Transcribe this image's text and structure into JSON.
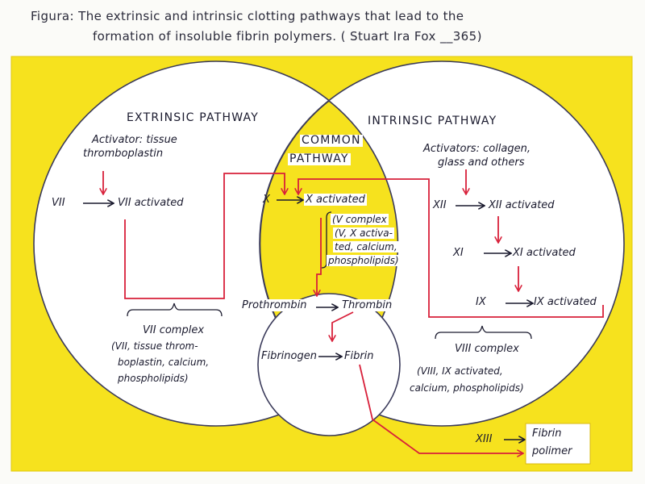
{
  "caption": {
    "prefix": "Figura:",
    "line1": "The extrinsic and intrinsic clotting pathways that lead to the",
    "line2": "formation of insoluble fibrin polymers. ( Stuart Ira Fox __365)"
  },
  "headers": {
    "extrinsic": "EXTRINSIC PATHWAY",
    "intrinsic": "INTRINSIC PATHWAY",
    "common_1": "COMMON",
    "common_2": "PATHWAY"
  },
  "extrinsic": {
    "activator_1": "Activator: tissue",
    "activator_2": "thromboplastin",
    "vii": "VII",
    "vii_activated": "VII activated",
    "complex_title": "VII complex",
    "complex_1": "(VII, tissue throm-",
    "complex_2": "boplastin, calcium,",
    "complex_3": "phospholipids)"
  },
  "common": {
    "x": "X",
    "x_activated": "X activated",
    "v_complex_1": "(V complex",
    "v_complex_2": "(V, X activa-",
    "v_complex_3": "ted, calcium,",
    "v_complex_4": "phospholipids)",
    "prothrombin": "Prothrombin",
    "thrombin": "Thrombin",
    "fibrinogen": "Fibrinogen",
    "fibrin": "Fibrin"
  },
  "intrinsic": {
    "activators_1": "Activators: collagen,",
    "activators_2": "glass and others",
    "xii": "XII",
    "xii_activated": "XII activated",
    "xi": "XI",
    "xi_activated": "XI activated",
    "ix": "IX",
    "ix_activated": "IX activated",
    "complex_title": "VIII complex",
    "complex_1": "(VIII, IX activated,",
    "complex_2": "calcium, phospholipids)"
  },
  "final": {
    "xiii": "XIII",
    "polymer_1": "Fibrin",
    "polymer_2": "polimer"
  },
  "colors": {
    "background": "#f6e21e",
    "circle_fill": "#ffffff",
    "outline": "#3a3a5a",
    "arrow_red": "#d8203a",
    "ink": "#1a1a2e"
  }
}
